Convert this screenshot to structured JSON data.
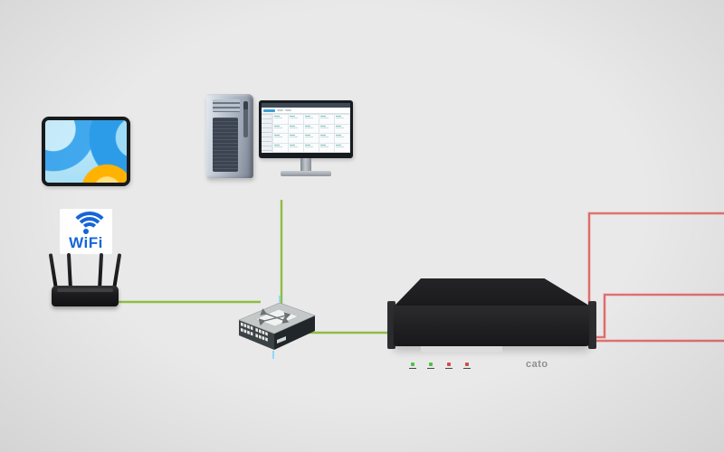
{
  "scene": {
    "background": "#e9e9e9"
  },
  "links": {
    "lan_color": "#8fbc45",
    "wan_color": "#d85b5b",
    "lan": [
      "router-to-switch",
      "pc-to-switch",
      "switch-to-appliance"
    ],
    "wan": [
      "appliance-wan-top",
      "appliance-wan-middle",
      "appliance-wan-bottom"
    ]
  },
  "wifi": {
    "label": "WiFi",
    "color": "#1565d8"
  },
  "appliance": {
    "brand": "cato",
    "leds": [
      {
        "color": "#4fbf4a"
      },
      {
        "color": "#4fbf4a"
      },
      {
        "color": "#d44b49"
      },
      {
        "color": "#d44b49"
      }
    ]
  },
  "monitor_app": {
    "rows": 4,
    "cols": 5,
    "accent": "#3e9fd6"
  },
  "switch": {
    "ports": 16
  }
}
